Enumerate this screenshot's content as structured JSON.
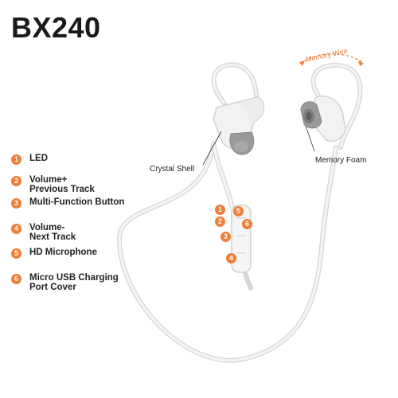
{
  "product": {
    "title": "BX240"
  },
  "legend": [
    {
      "num": "1",
      "label": "LED"
    },
    {
      "num": "2",
      "label": "Volume+\nPrevious Track"
    },
    {
      "num": "3",
      "label": "Multi-Function Button"
    },
    {
      "num": "4",
      "label": "Volume-\nNext Track"
    },
    {
      "num": "5",
      "label": "HD Microphone"
    },
    {
      "num": "6",
      "label": "Micro USB Charging\nPort Cover"
    }
  ],
  "callouts": {
    "memory_wire": "Memory Wire",
    "memory_foam": "Memory Foam",
    "crystal_shell": "Crystal Shell"
  },
  "remote_badges": [
    "1",
    "5",
    "2",
    "6",
    "3",
    "4"
  ],
  "colors": {
    "accent": "#f07e38",
    "cable": "#e9e9e9",
    "cable_edge": "#cfcfcf",
    "eartip": "#9a9a9a"
  }
}
